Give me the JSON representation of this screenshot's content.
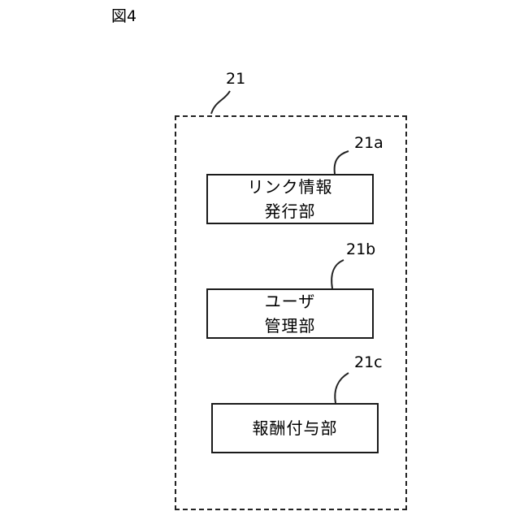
{
  "figure": {
    "label": "図4"
  },
  "container": {
    "ref": "21"
  },
  "blocks": [
    {
      "ref": "21a",
      "line1": "リンク情報",
      "line2": "発行部"
    },
    {
      "ref": "21b",
      "line1": "ユーザ",
      "line2": "管理部"
    },
    {
      "ref": "21c",
      "line1": "報酬付与部",
      "line2": ""
    }
  ]
}
